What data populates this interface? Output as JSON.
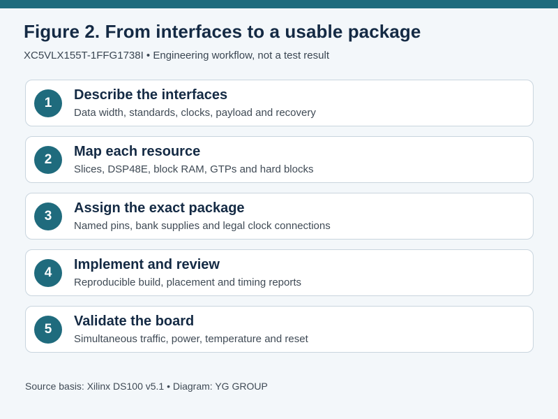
{
  "figure": {
    "title": "Figure 2. From interfaces to a usable package",
    "subtitle": "XC5VLX155T-1FFG1738I • Engineering workflow, not a test result"
  },
  "steps": [
    {
      "number": "1",
      "title": "Describe the interfaces",
      "description": "Data width, standards, clocks, payload and recovery"
    },
    {
      "number": "2",
      "title": "Map each resource",
      "description": "Slices, DSP48E, block RAM, GTPs and hard blocks"
    },
    {
      "number": "3",
      "title": "Assign the exact package",
      "description": "Named pins, bank supplies and legal clock connections"
    },
    {
      "number": "4",
      "title": "Implement and review",
      "description": "Reproducible build, placement and timing reports"
    },
    {
      "number": "5",
      "title": "Validate the board",
      "description": "Simultaneous traffic, power, temperature and reset"
    }
  ],
  "footer": "Source basis: Xilinx DS100 v5.1 • Diagram: YG GROUP",
  "colors": {
    "accent": "#1f6b7d",
    "title": "#142a44",
    "background": "#f3f7fa",
    "card_border": "#c9d5de"
  }
}
